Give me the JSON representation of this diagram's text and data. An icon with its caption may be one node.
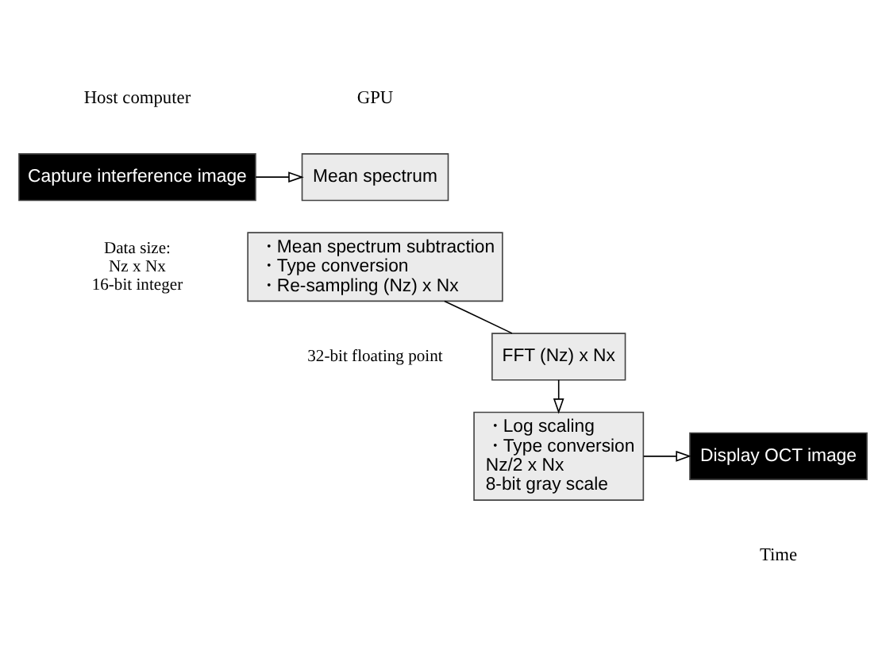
{
  "diagram": {
    "nodes": [
      {
        "text": [
          "Capture interference image"
        ],
        "beside": [
          "Data size:",
          "Nz x Nx",
          "16-bit integer"
        ]
      },
      {
        "text": [
          "Mean spectrum"
        ]
      },
      {
        "text": [
          "・Mean spectrum subtraction",
          "・Type conversion",
          "・Re-sampling (Nz) x Nx"
        ],
        "beside": [
          "32-bit floating point"
        ]
      },
      {
        "text": [
          "FFT (Nz) x Nx"
        ]
      },
      {
        "text": [
          "・Log scaling",
          "・Type conversion",
          "Nz/2 x Nx",
          "8-bit gray scale"
        ]
      },
      {
        "text": [
          "Display OCT image"
        ]
      }
    ],
    "edges": [
      {
        "from": 0,
        "to": 1,
        "arrow": "to"
      },
      {
        "from": 2,
        "to": 3,
        "arrow": "none"
      },
      {
        "from": 3,
        "to": 4,
        "arrow": "to"
      },
      {
        "from": 4,
        "to": 5,
        "arrow": "to"
      }
    ],
    "labels": [
      "Host computer",
      "GPU",
      "Time"
    ]
  }
}
